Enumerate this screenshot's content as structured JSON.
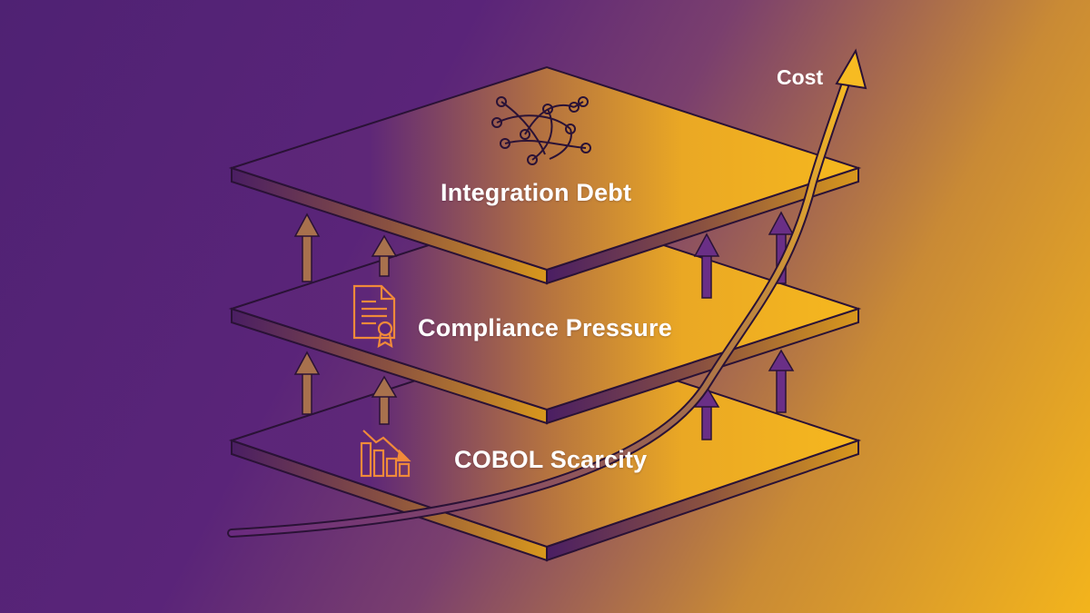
{
  "layers": {
    "top": {
      "label": "Integration Debt",
      "icon": "network-graph-icon"
    },
    "middle": {
      "label": "Compliance Pressure",
      "icon": "certificate-document-icon"
    },
    "bottom": {
      "label": "COBOL Scarcity",
      "icon": "declining-bar-chart-icon"
    }
  },
  "cost_curve": {
    "label": "Cost"
  },
  "colors": {
    "purple": "#5a2479",
    "gold": "#f3b41c",
    "outline": "#2a1236",
    "arrow_brown": "#a8714d",
    "arrow_purple": "#6a2f86",
    "icon_orange": "#f08a3a"
  }
}
